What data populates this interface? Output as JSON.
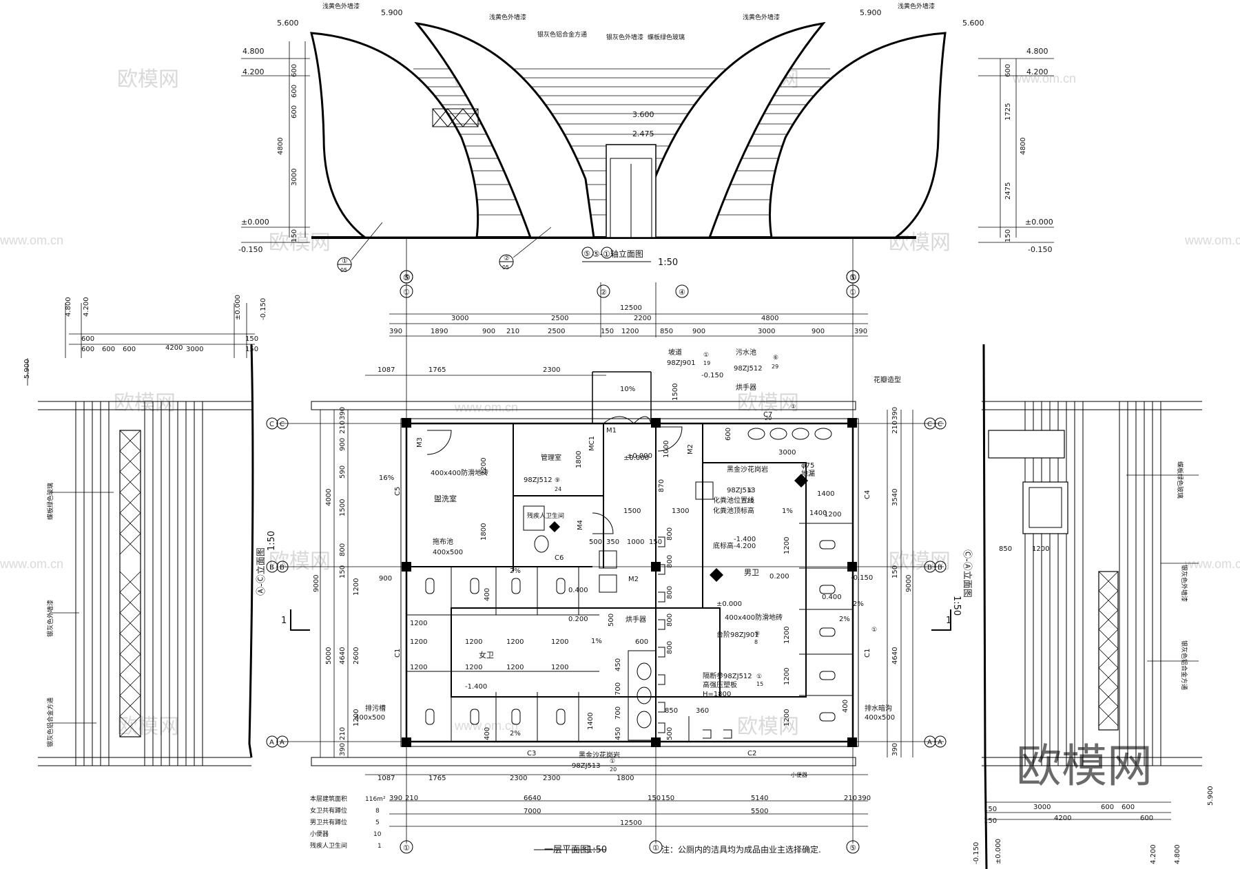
{
  "elevation_top": {
    "title": "⑤-①轴立面图",
    "scale": "1:50",
    "axis_left": "⑤",
    "axis_right": "①",
    "elev_labels": [
      "5.600",
      "5.900",
      "5.900",
      "5.600",
      "4.800",
      "4.200",
      "4.800",
      "4.200",
      "3.600",
      "2.475",
      "±0.000",
      "±0.000",
      "-0.150",
      "-0.150"
    ],
    "dim_left": [
      "600",
      "600",
      "600",
      "4800",
      "3000",
      "150"
    ],
    "dim_right": [
      "600",
      "1725",
      "4800",
      "2475",
      "150"
    ],
    "materials": [
      "浅黄色外墙漆",
      "浅黄色外墙漆",
      "银灰色铝合金方通",
      "银灰色外墙漆",
      "蝶板绿色玻璃",
      "浅黄色外墙漆",
      "浅黄色外墙漆"
    ],
    "detail_refs": [
      "①",
      "05",
      "②",
      "05"
    ]
  },
  "plan": {
    "title": "一层平面图",
    "scale": "1:50",
    "note": "注：公厕内的洁具均为成品由业主选择确定.",
    "axes_top": [
      "⑤",
      "①",
      "②",
      "④",
      "①",
      "⑤"
    ],
    "axes_side": [
      "C",
      "B",
      "A"
    ],
    "dims_top_row1": [
      "12500"
    ],
    "dims_top_row2": [
      "3000",
      "2500",
      "2200",
      "4800"
    ],
    "dims_top_row3": [
      "390",
      "1890",
      "900",
      "210",
      "2500",
      "150",
      "1200",
      "850",
      "900",
      "3000",
      "900",
      "390"
    ],
    "dims_top_row4": [
      "1087",
      "1765",
      "2300"
    ],
    "dims_bottom_row1": [
      "1087",
      "1765",
      "2300",
      "1800"
    ],
    "dims_bottom_row2": [
      "390",
      "210",
      "6640",
      "150",
      "150",
      "5140",
      "210",
      "390"
    ],
    "dims_bottom_row3": [
      "7000",
      "5500"
    ],
    "dims_bottom_row4": [
      "12500"
    ],
    "dims_left": [
      "390",
      "210",
      "900",
      "590",
      "1500",
      "800",
      "150",
      "1200",
      "900",
      "2600",
      "1200",
      "210",
      "390",
      "4000",
      "9000",
      "5000",
      "4640"
    ],
    "dims_right": [
      "390",
      "210",
      "3540",
      "150",
      "4640",
      "390",
      "9000"
    ],
    "rooms": [
      "盥洗室",
      "管理室",
      "残疾人卫生间",
      "女卫",
      "男卫"
    ],
    "doors": [
      "M1",
      "M2",
      "M2",
      "M3",
      "M4",
      "MC1"
    ],
    "windows": [
      "C1",
      "C1",
      "C2",
      "C3",
      "C4",
      "C5",
      "C6",
      "C7"
    ],
    "labels": [
      "坡道",
      "98ZJ901",
      "污水池",
      "98ZJ512",
      "烘手器",
      "花瓣造型",
      "400x400防滑地砖",
      "98ZJ512",
      "拖布池",
      "400x500",
      "黑金沙花岗岩",
      "98ZJ513",
      "化粪池位置线",
      "化粪池顶标高",
      "-1.400",
      "底标高-4.200",
      "±0.000",
      "±0.000",
      "400x400防滑地砖",
      "台阶98ZJ901",
      "隔断参98ZJ512",
      "高强压塑板",
      "H=1800",
      "排污槽",
      "400x500",
      "黑金沙花岗岩",
      "98ZJ513",
      "排水暗沟",
      "400x500",
      "烘手器",
      "小便器",
      "φ75",
      "地漏"
    ],
    "levels": [
      "-0.150",
      "±0.000",
      "0.400",
      "0.200",
      "0.400",
      "0.200",
      "-1.400",
      "-0.150"
    ],
    "slopes": [
      "10%",
      "16%",
      "2%",
      "1%",
      "2%",
      "2%",
      "1%",
      "2%"
    ],
    "stall_dims": [
      "1200",
      "1200",
      "1200",
      "1200",
      "1200",
      "1200",
      "1200",
      "1200",
      "1200",
      "1200",
      "1400",
      "1200",
      "1200",
      "1200",
      "1200",
      "1300",
      "1500",
      "1000",
      "500",
      "350",
      "150",
      "800",
      "800",
      "800",
      "800",
      "800",
      "450",
      "700",
      "700",
      "450",
      "360",
      "850",
      "500",
      "400",
      "400",
      "400",
      "600",
      "500",
      "2200",
      "1800",
      "1800",
      "870",
      "1000",
      "1500",
      "1400",
      "3000",
      "600",
      "1400",
      "2300"
    ],
    "detail_refs": [
      "①",
      "19",
      "⑥",
      "29",
      "⑨",
      "24",
      "①",
      "20",
      "①",
      "20",
      "⑨",
      "8",
      "①",
      "15",
      "①",
      "20",
      "①"
    ]
  },
  "stats": {
    "rows": [
      {
        "label": "本层建筑面积",
        "value": "116m²"
      },
      {
        "label": "女卫共有蹲位",
        "value": "8"
      },
      {
        "label": "男卫共有蹲位",
        "value": "5"
      },
      {
        "label": "小便器",
        "value": "10"
      },
      {
        "label": "残疾人卫生间",
        "value": "1"
      }
    ]
  },
  "elev_left": {
    "title": "Ⓐ-Ⓒ立面图",
    "scale": "1:50",
    "levels": [
      "4.800",
      "4.200",
      "±0.000",
      "-0.150",
      "5.900"
    ],
    "dims": [
      "600",
      "600",
      "600",
      "600",
      "4200",
      "3000",
      "150",
      "150"
    ],
    "materials": [
      "蝶板绿色玻璃",
      "银灰色外墙漆",
      "银灰色铝合金方通"
    ]
  },
  "elev_right": {
    "title": "Ⓒ-Ⓐ立面图",
    "scale": "1:50",
    "levels": [
      "5.900",
      "-0.150",
      "±0.000",
      "4.200",
      "4.800"
    ],
    "dims": [
      "3000",
      "600",
      "600",
      "4200",
      "600",
      "150",
      "150",
      "850",
      "1200"
    ],
    "materials": [
      "蝶板绿色玻璃",
      "银灰色外墙漆",
      "银灰色铝合金方通"
    ]
  },
  "section_mark": "1",
  "watermark": {
    "text": "欧模网",
    "url": "www.om.cn"
  }
}
